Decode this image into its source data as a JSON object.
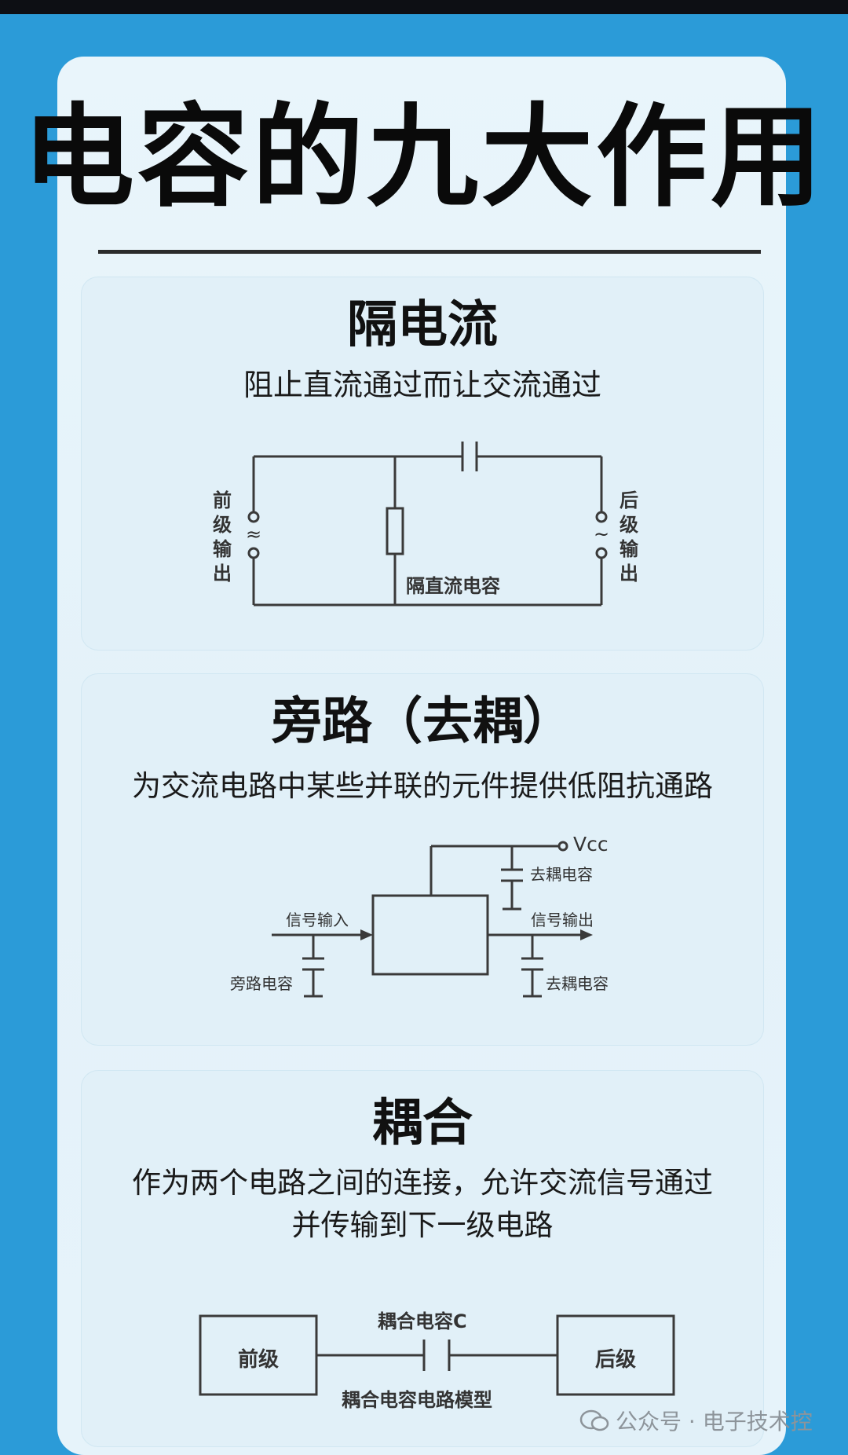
{
  "page_title": "电容的九大作用",
  "sections": [
    {
      "title": "隔电流",
      "description": "阻止直流通过而让交流通过",
      "diagram": {
        "left_label": "前级输出",
        "right_label": "后级输出",
        "capacitor_label": "隔直流电容"
      }
    },
    {
      "title": "旁路（去耦）",
      "description": "为交流电路中某些并联的元件提供低阻抗通路",
      "diagram": {
        "vcc_label": "Vcc",
        "top_decoupling_label": "去耦电容",
        "signal_in_label": "信号输入",
        "signal_out_label": "信号输出",
        "bypass_label": "旁路电容",
        "bottom_decoupling_label": "去耦电容"
      }
    },
    {
      "title": "耦合",
      "description_line1": "作为两个电路之间的连接，允许交流信号通过",
      "description_line2": "并传输到下一级电路",
      "diagram": {
        "capacitor_label": "耦合电容C",
        "front_stage_label": "前级",
        "back_stage_label": "后级",
        "model_label": "耦合电容电路模型"
      }
    }
  ],
  "watermark": "公众号 · 电子技术控",
  "colors": {
    "background": "#2b9bd8",
    "panel": "#e6f3fa",
    "card": "#e1f0f8",
    "line": "#3a3a3a"
  }
}
